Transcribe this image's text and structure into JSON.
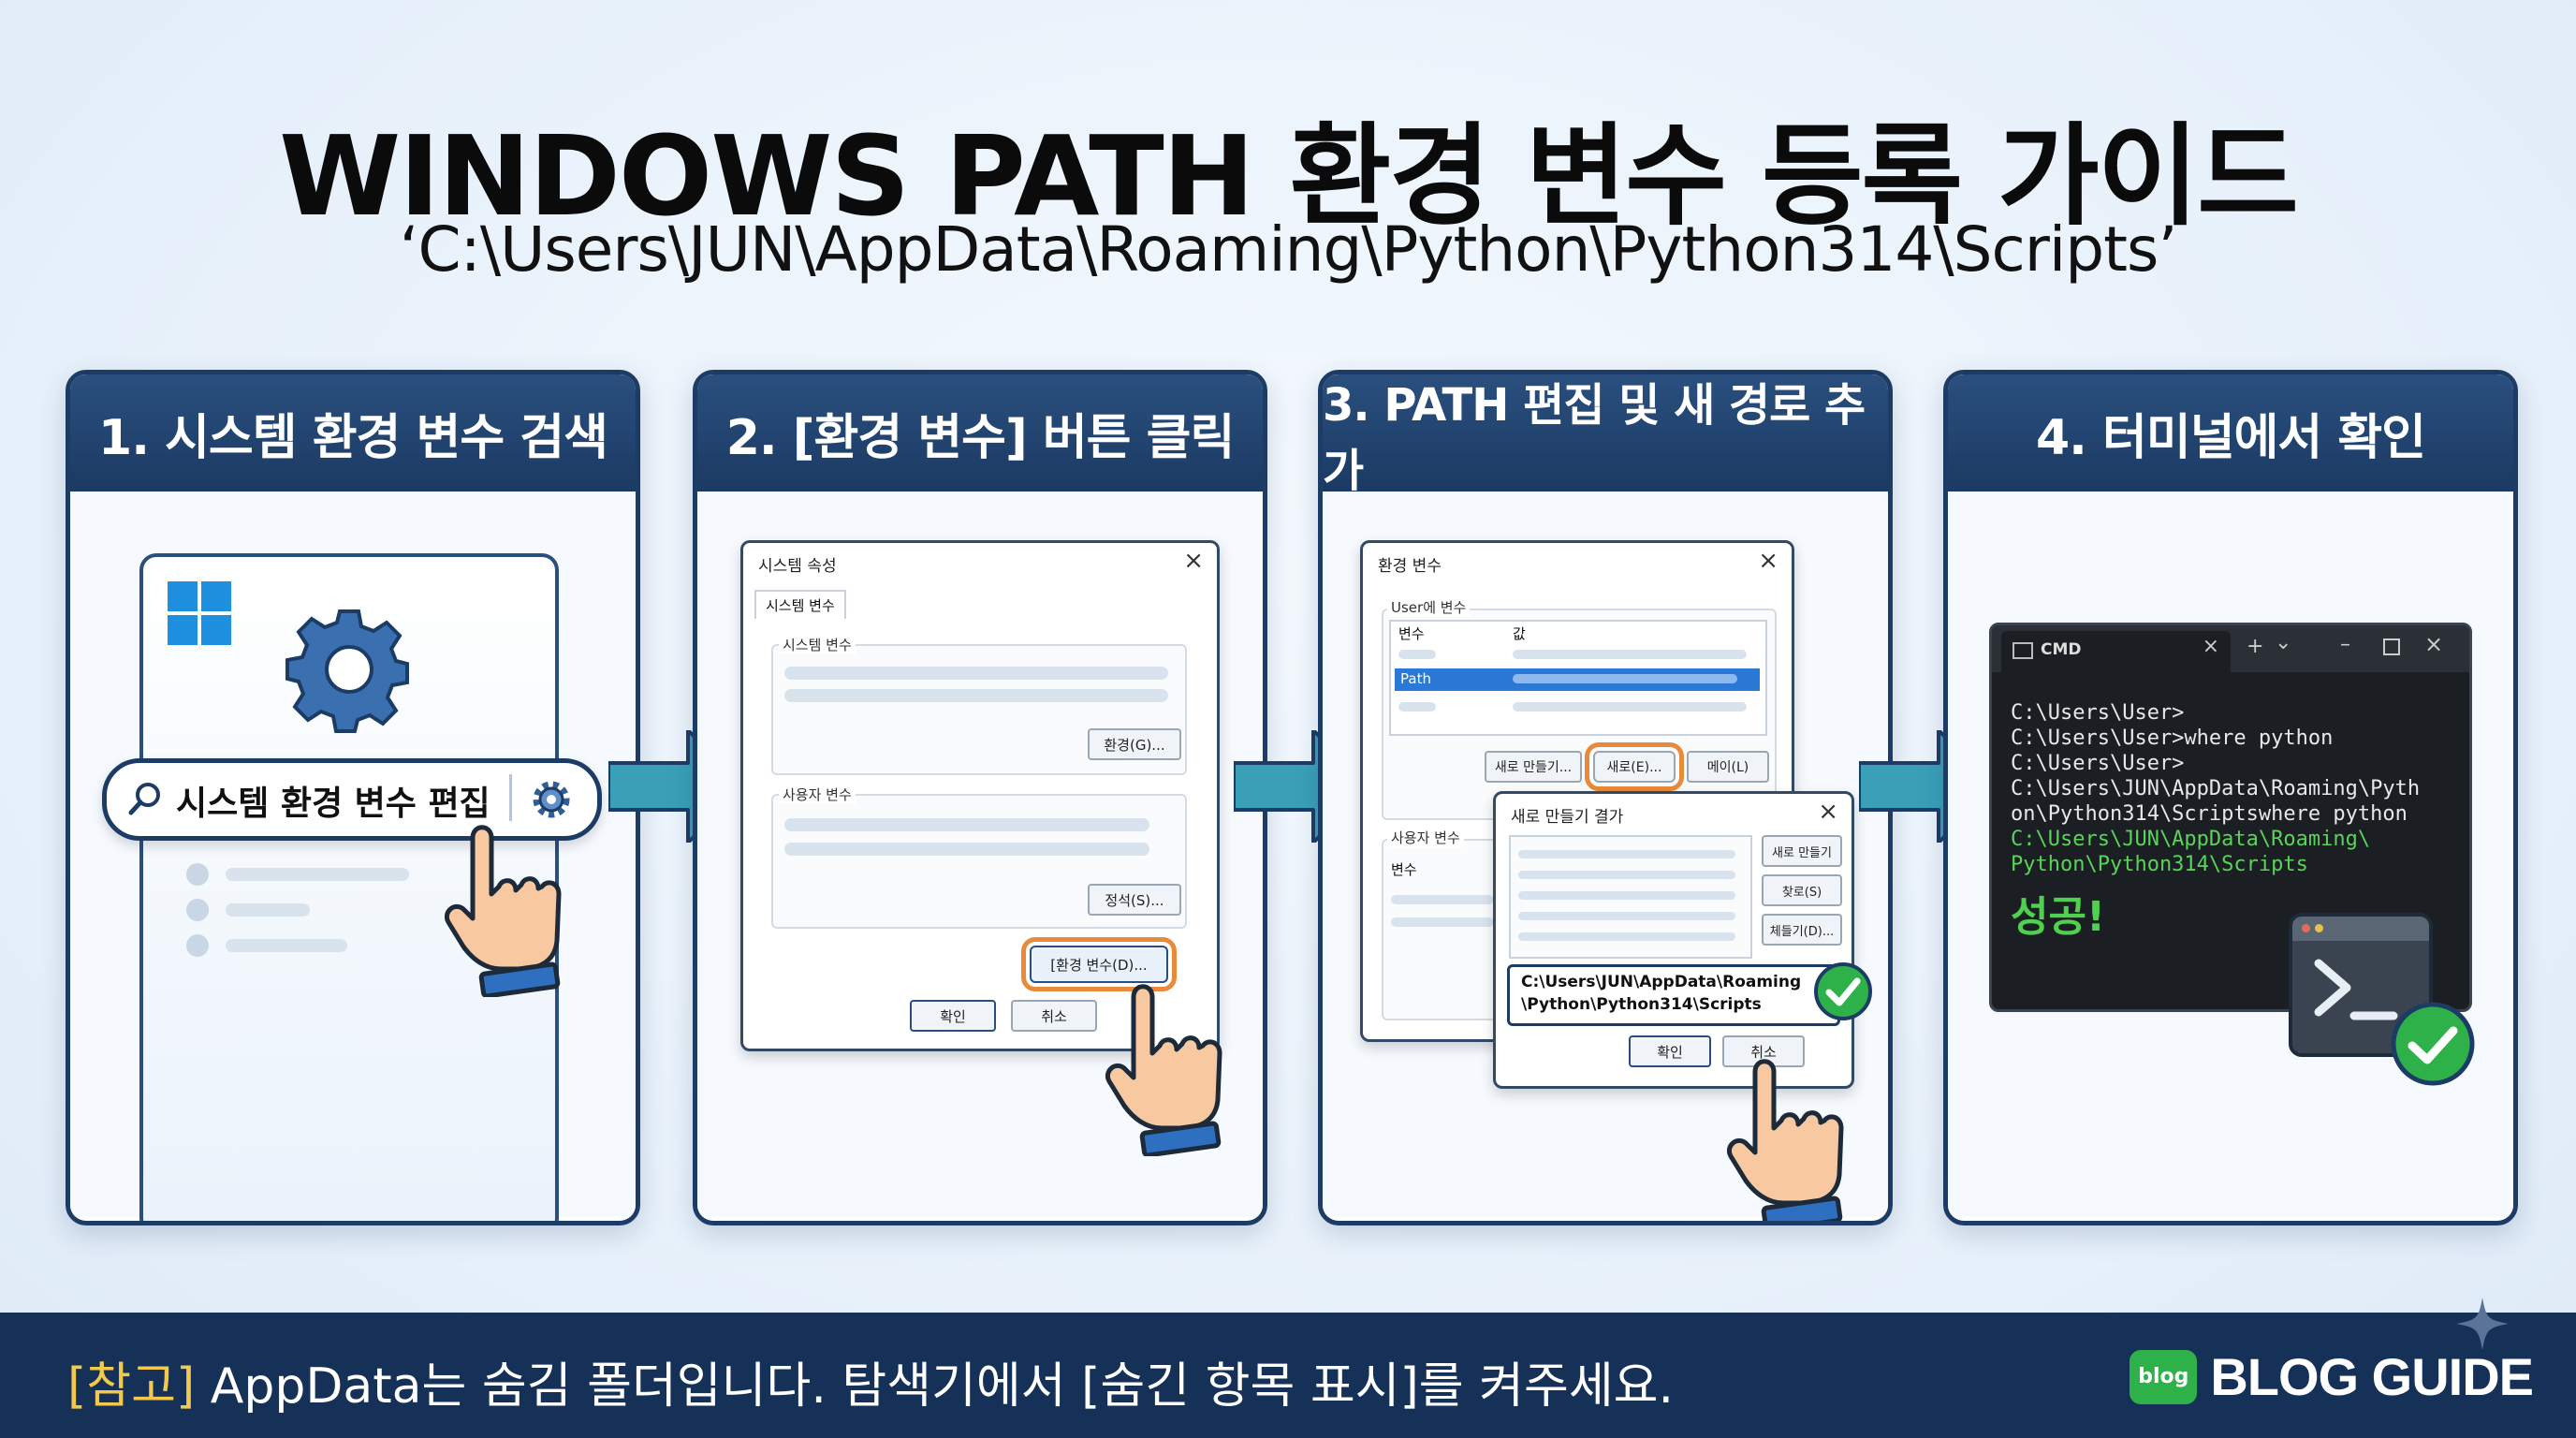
{
  "header": {
    "title": "WINDOWS PATH 환경 변수 등록 가이드",
    "subtitle": "‘C:\\Users\\JUN\\AppData\\Roaming\\Python\\Python314\\Scripts’"
  },
  "steps": [
    {
      "title": "1. 시스템 환경 변수 검색"
    },
    {
      "title": "2. [환경 변수] 버튼 클릭"
    },
    {
      "title": "3. PATH 편집 및 새 경로 추가"
    },
    {
      "title": "4. 터미널에서 확인"
    }
  ],
  "step1": {
    "search_text": "시스템 환경 변수 편집",
    "icons": [
      "windows-logo-icon",
      "gear-icon",
      "search-icon",
      "settings-small-icon",
      "hand-pointer-icon"
    ]
  },
  "step2": {
    "window_title": "시스템 속성",
    "tab": "시스템 변수",
    "group1": "시스템 변수",
    "group1_button": "환경(G)...",
    "group2": "사용자 변수",
    "group2_button": "정석(S)...",
    "env_button": "[환경 변수(D)...",
    "ok": "확인",
    "cancel": "취소"
  },
  "step3": {
    "window_title": "환경 변수",
    "user_group": "User에 변수",
    "col_var": "변수",
    "col_value": "값",
    "selected_row": "Path",
    "btn_new": "새로 만들기...",
    "btn_edit": "새로(E)...",
    "btn_delete": "메이(L)",
    "sys_group": "사용자 변수",
    "sys_col": "변수",
    "dialog_title": "새로 만들기 결가",
    "dialog_btn_new": "새로 만들기",
    "dialog_btn_browse": "찾로(S)",
    "dialog_btn_delete": "체들기(D)...",
    "new_path_line1": "C:\\Users\\JUN\\AppData\\Roaming",
    "new_path_line2": "\\Python\\Python314\\Scripts",
    "dialog_ok": "확인",
    "dialog_cancel": "취소"
  },
  "step4": {
    "tab_title": "CMD",
    "tab_plus": "+",
    "tab_dropdown": "⌄",
    "lines": [
      "C:\\Users\\User>",
      "C:\\Users\\User>where python",
      "C:\\Users\\User>",
      "C:\\Users\\JUN\\AppData\\Roaming\\Pyth",
      "on\\Python314\\Scriptswhere python"
    ],
    "green_lines": [
      "C:\\Users\\JUN\\AppData\\Roaming\\",
      "Python\\Python314\\Scripts"
    ],
    "success": "성공!"
  },
  "footer": {
    "note_tag": "[참고]",
    "note_text": " AppData는 숨김 폴더입니다. 탐색기에서 [숨긴 항목 표시]를 켜주세요.",
    "logo_badge": "blog",
    "logo_text": "BLOG GUIDE"
  },
  "colors": {
    "panel_header": "#1b3a63",
    "highlight": "#e88a3a",
    "success_green": "#2fb14a",
    "arrow": "#3aa0b8"
  }
}
